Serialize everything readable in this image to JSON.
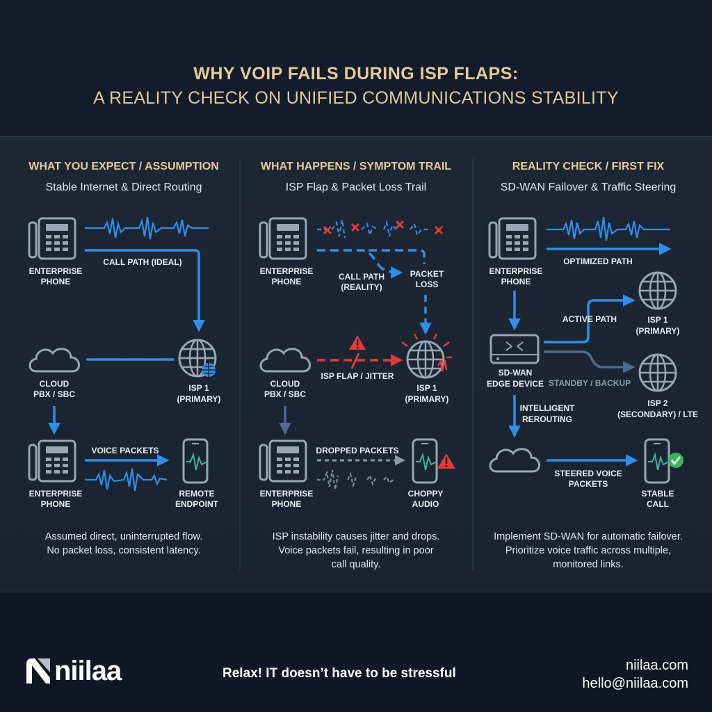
{
  "title": {
    "line1": "WHY VOIP FAILS DURING ISP FLAPS:",
    "line2": "A REALITY CHECK ON UNIFIED COMMUNICATIONS STABILITY"
  },
  "columns": [
    {
      "heading": "WHAT YOU EXPECT / ASSUMPTION",
      "subheading": "Stable Internet & Direct Routing",
      "labels": {
        "phone_top_1": "ENTERPRISE",
        "phone_top_2": "PHONE",
        "path": "CALL PATH (IDEAL)",
        "cloud_1": "CLOUD",
        "cloud_2": "PBX / SBC",
        "isp_1": "ISP 1",
        "isp_2": "(PRIMARY)",
        "voice": "VOICE PACKETS",
        "phone_bottom_1": "ENTERPRISE",
        "phone_bottom_2": "PHONE",
        "endpoint_1": "REMOTE",
        "endpoint_2": "ENDPOINT"
      },
      "description": [
        "Assumed direct, uninterrupted flow.",
        "No packet loss, consistent latency."
      ]
    },
    {
      "heading": "WHAT HAPPENS / SYMPTOM TRAIL",
      "subheading": "ISP Flap & Packet Loss Trail",
      "labels": {
        "phone_top_1": "ENTERPRISE",
        "phone_top_2": "PHONE",
        "path_1": "CALL PATH",
        "path_2": "(REALITY)",
        "loss_1": "PACKET",
        "loss_2": "LOSS",
        "flap": "ISP FLAP / JITTER",
        "cloud_1": "CLOUD",
        "cloud_2": "PBX / SBC",
        "isp_1": "ISP 1",
        "isp_2": "(PRIMARY)",
        "dropped": "DROPPED PACKETS",
        "phone_bottom_1": "ENTERPRISE",
        "phone_bottom_2": "PHONE",
        "choppy_1": "CHOPPY",
        "choppy_2": "AUDIO"
      },
      "description": [
        "ISP instability causes jitter and drops.",
        "Voice packets fail, resulting in poor",
        "call quality."
      ]
    },
    {
      "heading": "REALITY CHECK / FIRST FIX",
      "subheading": "SD-WAN Failover & Traffic Steering",
      "labels": {
        "phone_top_1": "ENTERPRISE",
        "phone_top_2": "PHONE",
        "optimized": "OPTIMIZED PATH",
        "active": "ACTIVE PATH",
        "isp1_1": "ISP 1",
        "isp1_2": "(PRIMARY)",
        "edge_1": "SD-WAN",
        "edge_2": "EDGE DEVICE",
        "standby": "STANDBY / BACKUP",
        "isp2_1": "ISP 2",
        "isp2_2": "(SECONDARY) / LTE",
        "reroute_1": "INTELLIGENT",
        "reroute_2": "REROUTING",
        "steered_1": "STEERED VOICE",
        "steered_2": "PACKETS",
        "stable_1": "STABLE",
        "stable_2": "CALL"
      },
      "description": [
        "Implement SD-WAN for automatic failover.",
        "Prioritize voice traffic across multiple,",
        "monitored links."
      ]
    }
  ],
  "footer": {
    "brand": "niilaa",
    "tagline": "Relax! IT doesn’t have to be stressful",
    "website": "niilaa.com",
    "email": "hello@niilaa.com"
  },
  "colors": {
    "accent_blue": "#2f8fe8",
    "alert_red": "#e23b3b",
    "ok_green": "#3fb35a",
    "heading_gold": "#e6c99a"
  }
}
